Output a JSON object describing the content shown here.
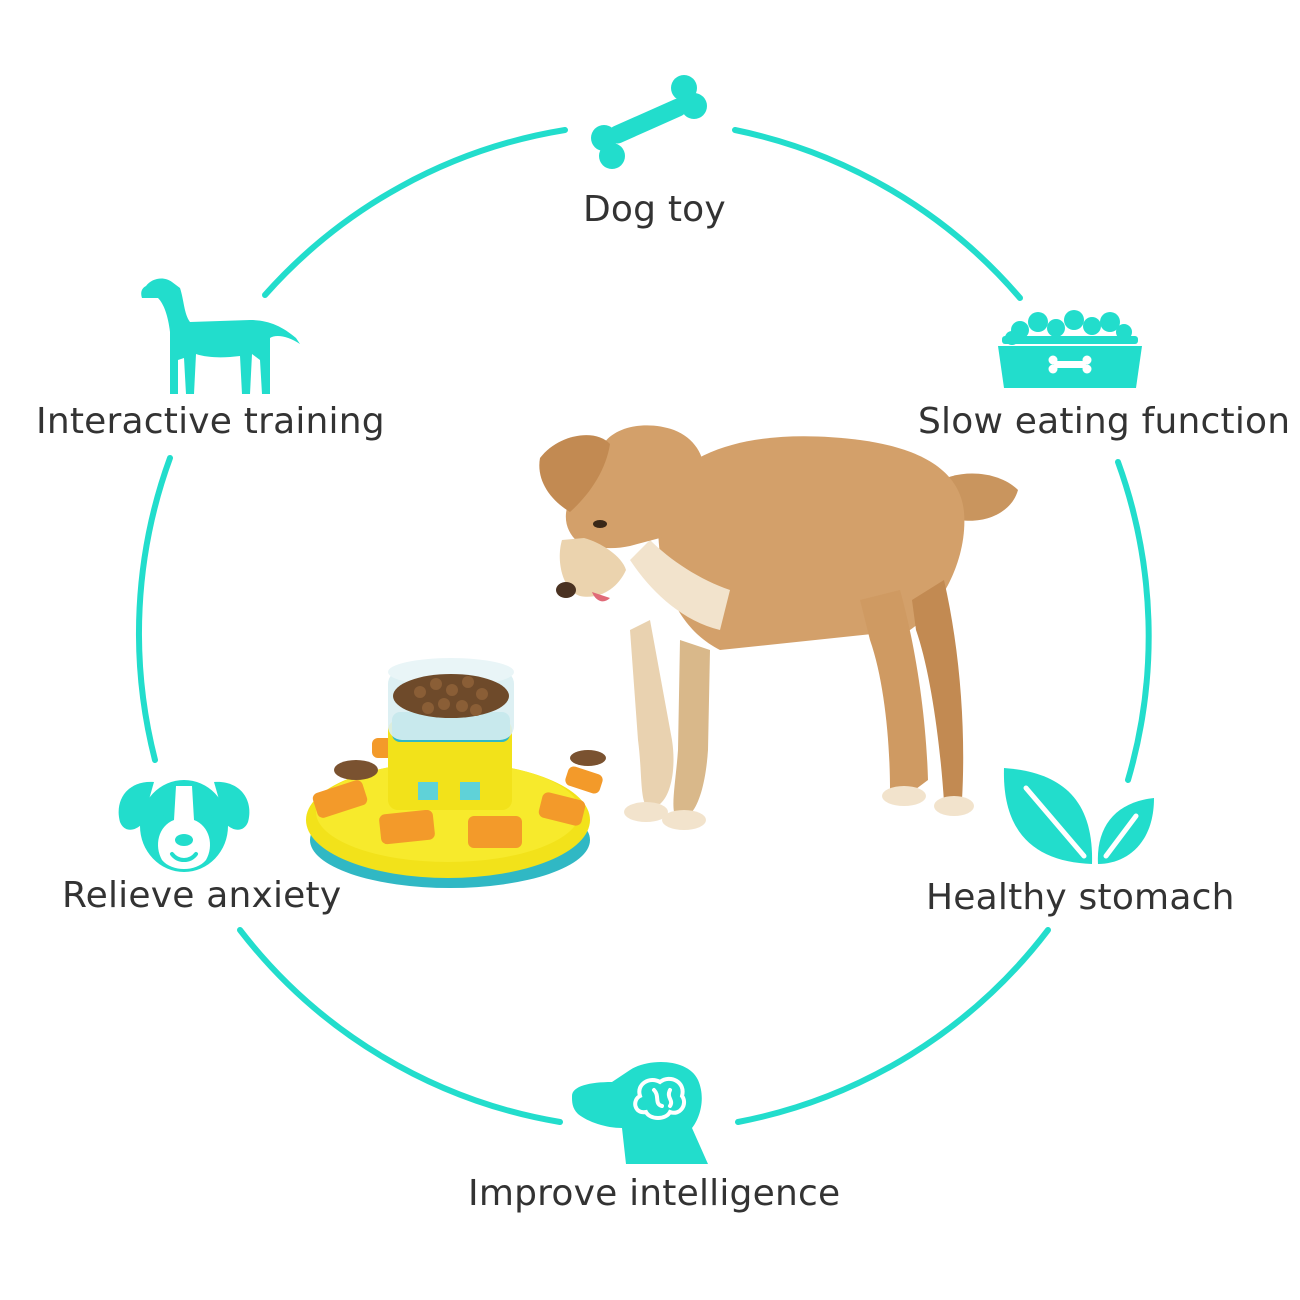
{
  "accent_color": "#22DDCC",
  "features": [
    {
      "id": "dog-toy",
      "label": "Dog toy",
      "icon": "bone-icon"
    },
    {
      "id": "slow-eating",
      "label": "Slow eating function",
      "icon": "food-bowl-icon"
    },
    {
      "id": "healthy-stomach",
      "label": "Healthy stomach",
      "icon": "leaves-icon"
    },
    {
      "id": "intelligence",
      "label": "Improve intelligence",
      "icon": "dog-head-brain-icon"
    },
    {
      "id": "anxiety",
      "label": "Relieve anxiety",
      "icon": "dog-face-icon"
    },
    {
      "id": "training",
      "label": "Interactive training",
      "icon": "standing-dog-icon"
    }
  ],
  "center_image": {
    "icon": "dog-with-puzzle-feeder-illustration"
  }
}
